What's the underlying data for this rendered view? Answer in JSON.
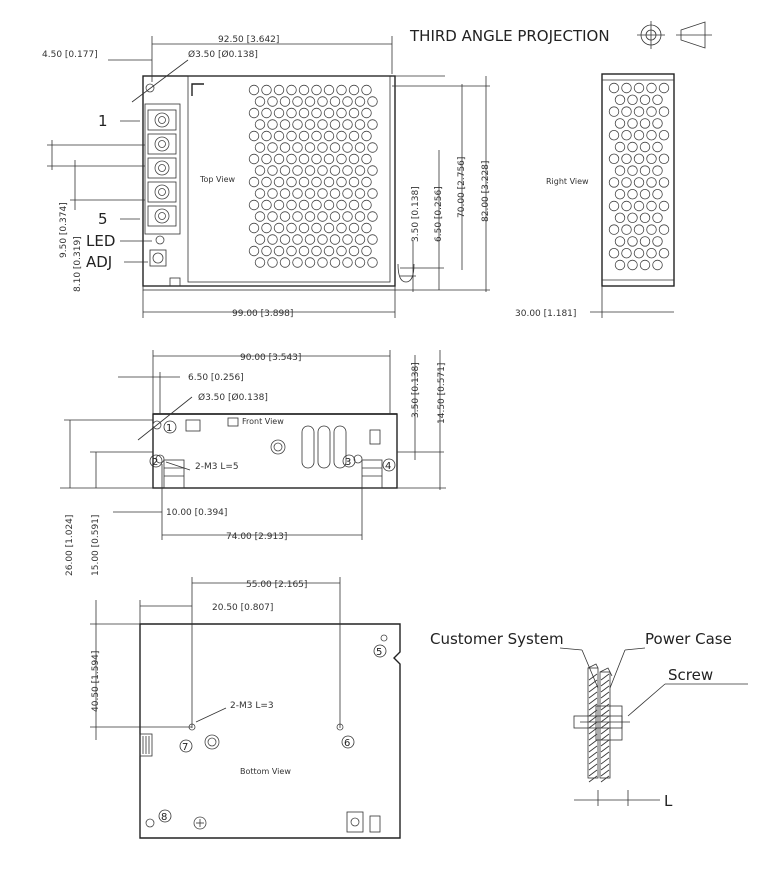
{
  "projection": {
    "label": "THIRD ANGLE PROJECTION"
  },
  "top_view": {
    "label": "Top View",
    "dims": {
      "left_hole_offset": "4.50 [0.177]",
      "width": "92.50 [3.642]",
      "hole_dia": "Ø3.50 [Ø0.138]",
      "pin_pitch": "9.50 [0.374]",
      "led_offset": "8.10 [0.319]",
      "total_width": "99.00 [3.898]",
      "v1": "3.50 [0.138]",
      "v2": "6.50 [0.256]",
      "v3": "70.00 [2.756]",
      "v4": "82.00 [3.228]"
    },
    "callouts": {
      "pin1": "1",
      "pin5": "5",
      "led": "LED",
      "adj": "ADJ"
    }
  },
  "right_view": {
    "label": "Right View",
    "dims": {
      "depth": "30.00 [1.181]"
    }
  },
  "front_view": {
    "label": "Front View",
    "dims": {
      "width": "90.00 [3.543]",
      "side": "6.50 [0.256]",
      "hole": "Ø3.50 [Ø0.138]",
      "screw": "2-M3 L=5",
      "d1": "10.00 [0.394]",
      "d2": "74.00 [2.913]",
      "v1": "26.00 [1.024]",
      "v2": "15.00 [0.591]",
      "v3": "3.50 [0.138]",
      "v4": "14.50 [0.571]"
    },
    "callouts": {
      "c1": "1",
      "c2": "2",
      "c3": "3",
      "c4": "4"
    }
  },
  "bottom_view": {
    "label": "Bottom View",
    "dims": {
      "width": "55.00 [2.165]",
      "left": "20.50 [0.807]",
      "height": "40.50 [1.594]",
      "screw": "2-M3 L=3"
    },
    "callouts": {
      "c5": "5",
      "c6": "6",
      "c7": "7",
      "c8": "8"
    }
  },
  "mount_detail": {
    "customer_system": "Customer System",
    "power_case": "Power Case",
    "screw": "Screw",
    "length": "L"
  }
}
